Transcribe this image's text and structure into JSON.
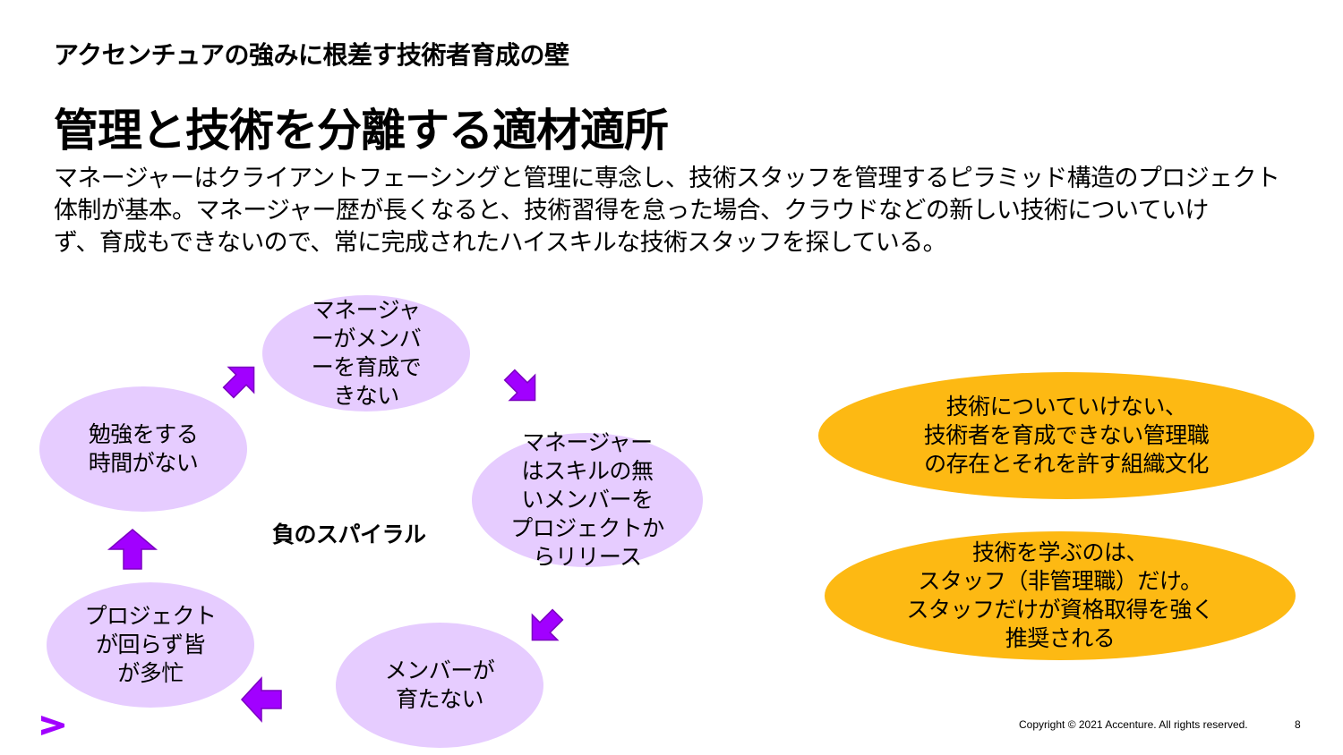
{
  "header": {
    "subtitle": "アクセンチュアの強みに根差す技術者育成の壁",
    "title": "管理と技術を分離する適材適所"
  },
  "body": {
    "lines": [
      "マネージャーはクライアントフェーシングと管理に専念し、技術スタッフを管理するピラミッド構造のプロジェクト",
      "体制が基本。マネージャー歴が長くなると、技術習得を怠った場合、クラウドなどの新しい技術についていけ",
      "ず、育成もできないので、常に完成されたハイスキルな技術スタッフを探している。"
    ]
  },
  "cycle": {
    "center_label": "負のスパイラル",
    "nodes": {
      "manager_cannot_train": [
        "マネージャ",
        "ーがメンバ",
        "ーを育成で",
        "きない"
      ],
      "manager_releases": [
        "マネージャー",
        "はスキルの無",
        "いメンバーを",
        "プロジェクトか",
        "らリリース"
      ],
      "members_dont_grow": [
        "メンバーが",
        "育たない"
      ],
      "project_busy": [
        "プロジェクト",
        "が回らず皆",
        "が多忙"
      ],
      "no_time_to_study": [
        "勉強をする",
        "時間がない"
      ]
    },
    "arrow_color": "#a100ff",
    "bubble_color": "#e6ccff"
  },
  "callouts": {
    "culture": [
      "技術についていけない、",
      "技術者を育成できない管理職",
      "の存在とそれを許す組織文化"
    ],
    "staff_learning": [
      "技術を学ぶのは、",
      "スタッフ（非管理職）だけ。",
      "スタッフだけが資格取得を強く",
      "推奨される"
    ],
    "color": "#fdb913"
  },
  "footer": {
    "logo_icon": "accenture-chevron-icon",
    "copyright": "Copyright © 2021 Accenture. All rights reserved.",
    "page_number": "8"
  }
}
